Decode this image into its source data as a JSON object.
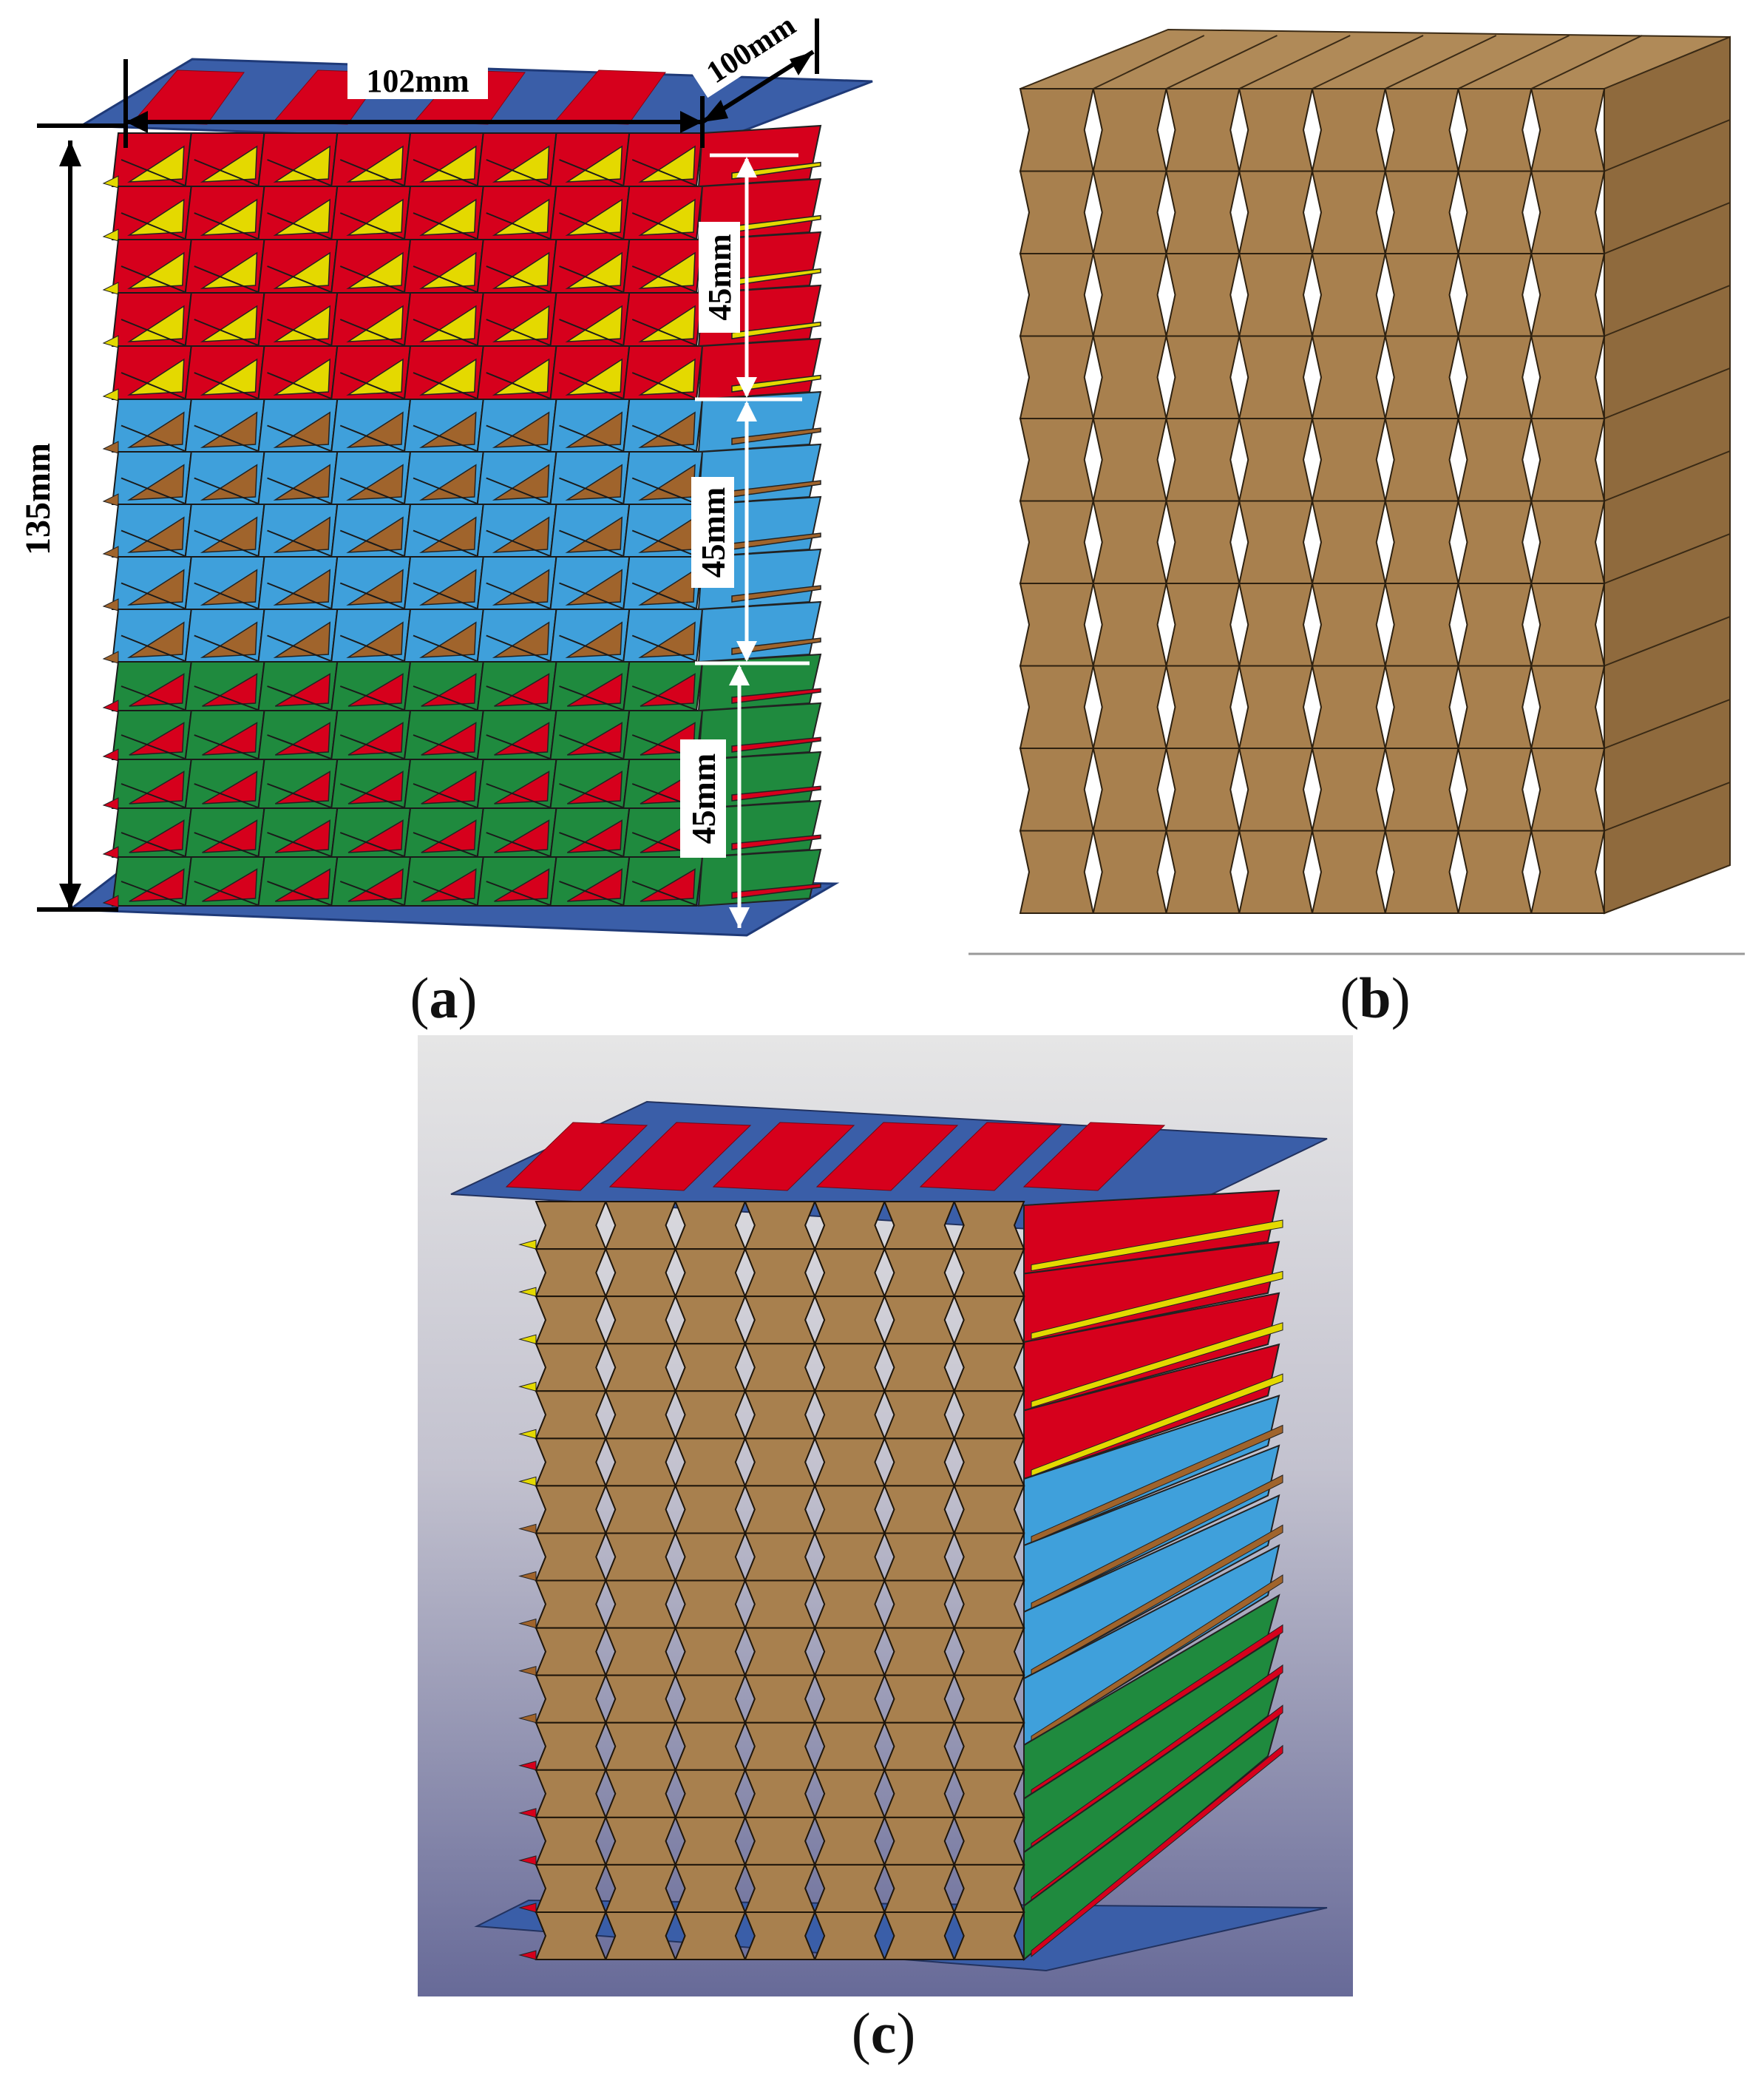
{
  "figure": {
    "panel_a": {
      "caption_letter": "a",
      "dimensions": {
        "width": "102mm",
        "depth": "100mm",
        "height": "135mm",
        "section_top": "45mm",
        "section_middle": "45mm",
        "section_bottom": "45mm"
      }
    },
    "panel_b": {
      "caption_letter": "b"
    },
    "panel_c": {
      "caption_letter": "c"
    }
  },
  "colors": {
    "red": "#d6001c",
    "yellow": "#e4d900",
    "blue": "#3fa0db",
    "brown": "#a0642c",
    "green": "#1f8a3e",
    "plate": "#3a5ea8",
    "cardboard": "#a8804e",
    "cardboard_side": "#8f6a3d",
    "cardboard_top": "#b08a58"
  }
}
